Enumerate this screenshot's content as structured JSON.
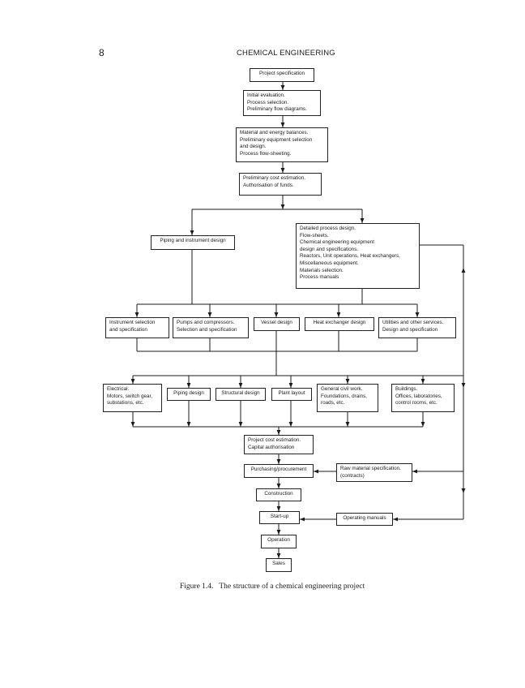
{
  "header": {
    "page_number": "8",
    "running_title": "CHEMICAL ENGINEERING"
  },
  "boxes": {
    "project_specification": "Project specification",
    "initial_evaluation": "Initial evaluation.\nProcess selection.\nPreliminary flow diagrams.",
    "material_energy": "Material and energy balances.\nPreliminary equipment selection\nand design.\nProcess flow-sheeting.",
    "prelim_cost": "Preliminary cost estimation.\nAuthorisation of funds.",
    "piping_instrument": "Piping and instrument design",
    "detailed_design": "Detailed process design.\nFlow-sheets.\nChemical engineering equipment\ndesign and specifications.\nReactors, Unit operations, Heat exchangers,\nMiscellaneous equipment.\nMaterials selection.\nProcess manuals",
    "instrument_selection": "Instrument selection\nand specification",
    "pumps_compressors": "Pumps and compressors.\nSelection and specification",
    "vessel_design": "Vessel design",
    "heat_exchanger": "Heat exchanger design",
    "utilities": "Utilities and other services.\nDesign and specification",
    "electrical": "Electrical.\nMotors, switch gear,\nsubstations, etc.",
    "piping_design": "Piping design",
    "structural_design": "Structural design",
    "plant_layout": "Plant layout",
    "civil_work": "General civil work.\nFoundations, drains,\nroads, etc.",
    "buildings": "Buildings.\nOffices, laboratories,\ncontrol rooms, etc.",
    "project_cost": "Project cost estimation.\nCapital authorisation",
    "purchasing": "Purchasing/procurement",
    "raw_material": "Raw material specification.\n(contracts)",
    "construction": "Construction",
    "startup": "Start-up",
    "operating_manuals": "Operating manuals",
    "operation": "Operation",
    "sales": "Sales"
  },
  "caption": "Figure 1.4.   The structure of a chemical engineering project"
}
